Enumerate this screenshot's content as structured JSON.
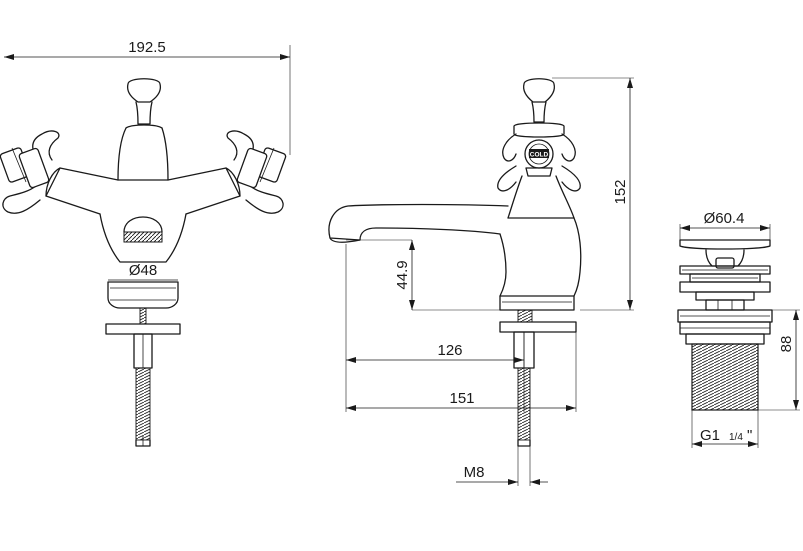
{
  "dimensions": {
    "front_width": "192.5",
    "body_diameter": "Ø48",
    "spout_height": "44.9",
    "spout_reach": "126",
    "overall_depth": "151",
    "overall_height": "152",
    "thread": "M8",
    "waste_diameter": "Ø60.4",
    "waste_height": "88",
    "waste_thread_prefix": "G1",
    "waste_thread_fraction": "1/4",
    "waste_thread_quote": "\""
  },
  "tap_labels": {
    "cold": "COLD"
  },
  "colors": {
    "line": "#1a1a1a",
    "background": "#ffffff"
  }
}
